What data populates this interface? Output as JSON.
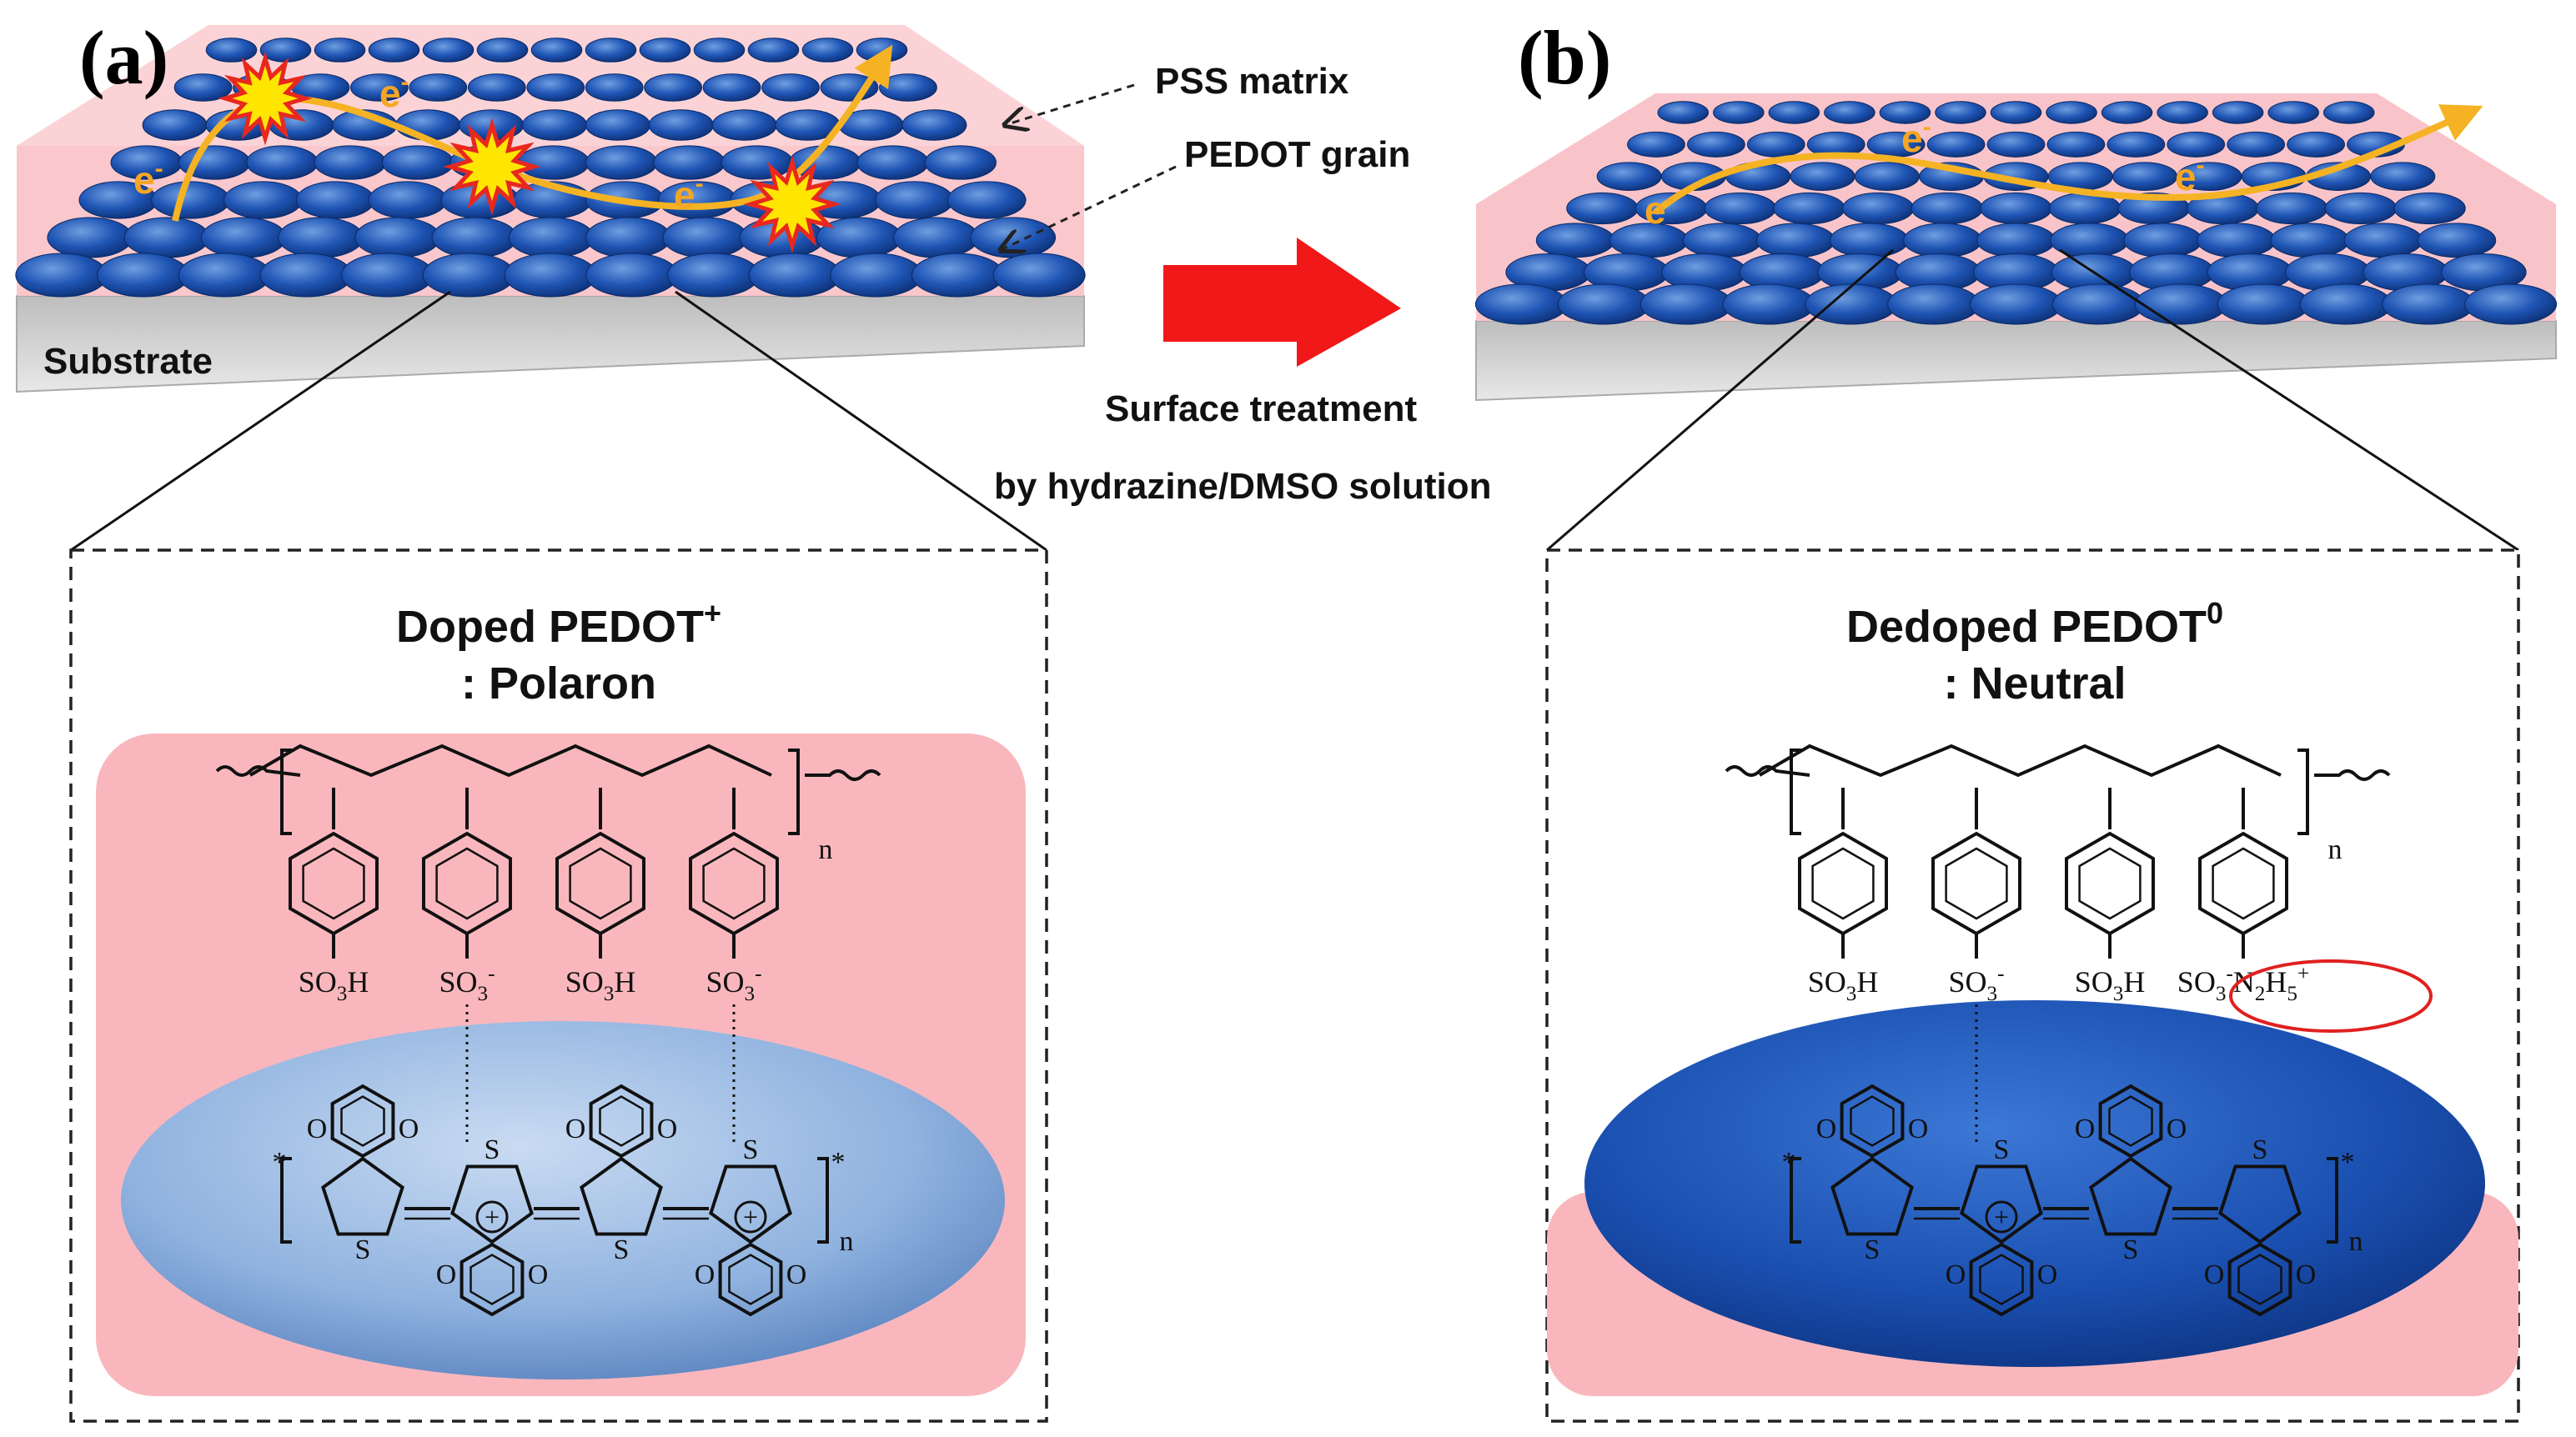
{
  "panel_a": {
    "label": "(a)",
    "substrate_label": "Substrate",
    "electron_labels": [
      "e",
      "e",
      "e"
    ],
    "electron_sup": "-",
    "callout_pss": "PSS matrix",
    "callout_grain": "PEDOT grain",
    "box_title_line1": "Doped PEDOT",
    "box_title_sup": "+",
    "box_title_line2": ": Polaron",
    "pss_groups": [
      "SO3H",
      "SO3-",
      "SO3H",
      "SO3-"
    ],
    "repeat_n": "n",
    "ring_heteroatoms": [
      "O",
      "O",
      "O",
      "O",
      "O",
      "O",
      "O",
      "O",
      "S",
      "S",
      "S",
      "S"
    ],
    "end_mark": "*"
  },
  "panel_b": {
    "label": "(b)",
    "electron_labels": [
      "e",
      "e",
      "e"
    ],
    "electron_sup": "-",
    "box_title_line1": "Dedoped PEDOT",
    "box_title_sup": "0",
    "box_title_line2": ": Neutral",
    "pss_groups": [
      "SO3H",
      "SO3-",
      "SO3H",
      "SO3-N2H5+"
    ],
    "repeat_n": "n",
    "ring_heteroatoms": [
      "O",
      "O",
      "O",
      "O",
      "O",
      "O",
      "O",
      "O",
      "S",
      "S",
      "S",
      "S"
    ],
    "end_mark": "*"
  },
  "transition": {
    "line1": "Surface treatment",
    "line2": "by hydrazine/DMSO solution"
  },
  "colors": {
    "pss_pink": "#f9b9bf",
    "pss_pink_dark": "#f08f9a",
    "grain_blue": "#1f55b5",
    "grain_blue_light": "#7fa6d8",
    "grain_blue_dark": "#0f3a8a",
    "arrow_red": "#f01818",
    "electron_path": "#f5b324",
    "substrate_gray": "#c9c9c9",
    "highlight_ring": "#e02020"
  }
}
